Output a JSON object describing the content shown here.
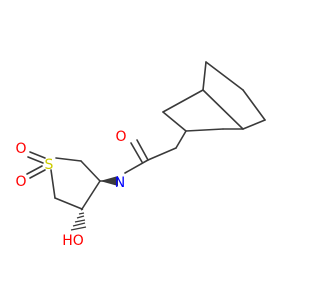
{
  "molecule": {
    "atom_labels": {
      "carbonyl_o": "O",
      "amide_n": "N",
      "sulfur": "S",
      "sulfonyl_o1": "O",
      "sulfonyl_o2": "O",
      "hydroxyl": "HO"
    },
    "colors": {
      "bond": "#3a3a3a",
      "oxygen": "#ff0000",
      "nitrogen": "#0000ff",
      "sulfur": "#cccc00"
    }
  }
}
